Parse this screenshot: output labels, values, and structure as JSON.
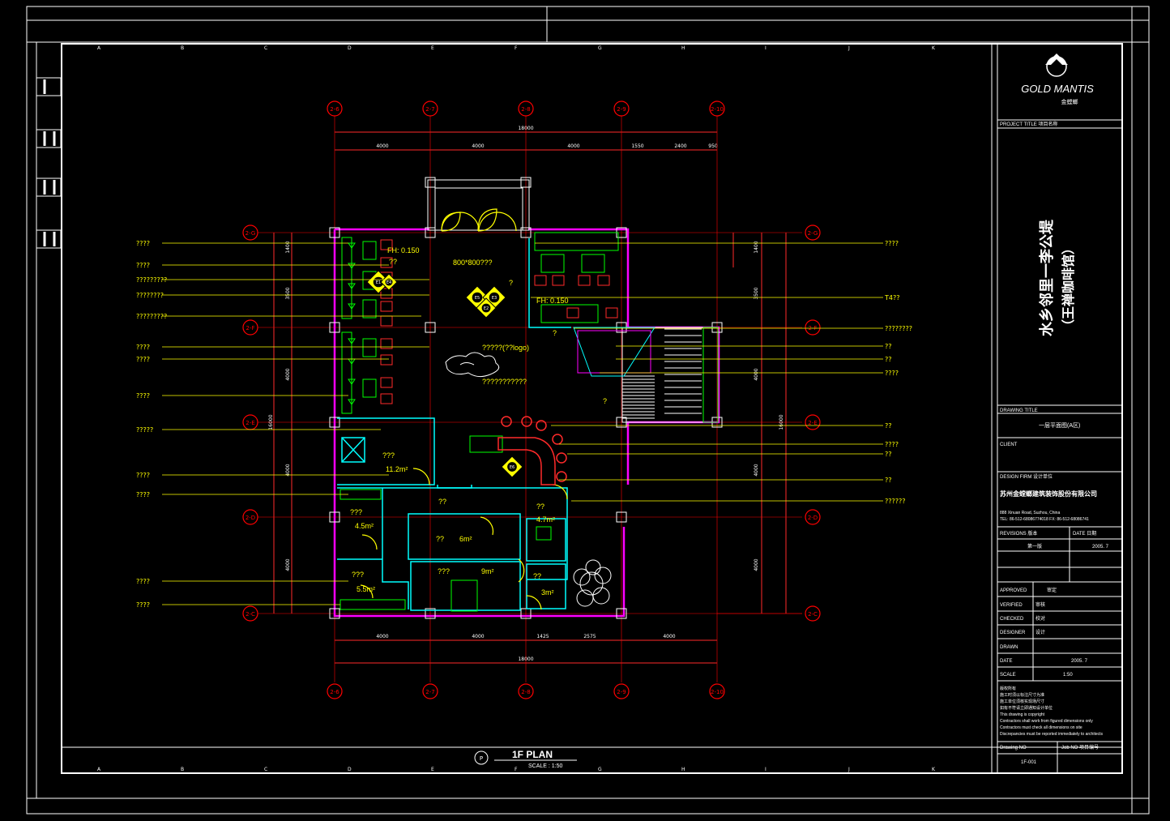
{
  "drawing": {
    "title": "1F PLAN",
    "scale": "SCALE : 1:50",
    "sheet_marker": "P"
  },
  "grid": {
    "top_letters": [
      "A",
      "B",
      "C",
      "D",
      "E",
      "F",
      "G",
      "H",
      "I",
      "J",
      "K"
    ],
    "columns": [
      "2-6",
      "2-7",
      "2-8",
      "2-9",
      "2-10"
    ],
    "rows": [
      "2-G",
      "2-F",
      "2-E",
      "2-D",
      "2-C"
    ]
  },
  "dimensions": {
    "top_total": "18000",
    "top_segments": [
      "4000",
      "4000",
      "4000",
      "1550",
      "2400",
      "950"
    ],
    "bottom_segments": [
      "4000",
      "4000",
      "1425",
      "2575",
      "4000"
    ],
    "bottom_total": "18000",
    "left_segments": [
      "1400",
      "3500",
      "4000",
      "4000",
      "4000"
    ],
    "left_total": "16000",
    "right_segments": [
      "1400",
      "3500",
      "4000",
      "4000",
      "4000"
    ],
    "right_total": "16000"
  },
  "room_labels": {
    "fh1": "FH: 0.150",
    "fh2": "FH: 0.150",
    "size_note": "800*800???",
    "logo_note": "?????(??logo)",
    "logo_note2": "???????????",
    "room_11": "11.2m²",
    "room_11_name": "???",
    "room_45": "4.5m²",
    "room_45_name": "???",
    "room_6": "6m²",
    "room_6_name": "??",
    "room_9": "9m²",
    "room_9_name": "???",
    "room_47": "4.7m²",
    "room_47_name": "??",
    "room_55": "5.5m²",
    "room_55_name": "???",
    "room_3": "3m²",
    "room_3_name": "??",
    "corridor": "??",
    "tag_e": "E4",
    "tag_e2": "E5",
    "tag_e3": "E2",
    "tag_e4": "E3",
    "tag_e5": "E1",
    "tag_e6": "E6"
  },
  "callouts_left": [
    "????",
    "????",
    "?????????",
    "????????",
    "?????????",
    "????",
    "????",
    "????",
    "?????",
    "????",
    "????",
    "????",
    "????"
  ],
  "callouts_right": [
    "????",
    "T4??",
    "????????",
    "??",
    "??",
    "????",
    "??",
    "????",
    "??",
    "??????"
  ],
  "title_block": {
    "brand": "GOLD MANTIS",
    "brand_sub": "金螳螂",
    "project_title_label": "PROJECT TITLE 项目名称",
    "project_name_line1": "水乡邻里一李公堤",
    "project_name_line2": "（王禅咖啡馆）",
    "drawing_title_label": "DRAWING TITLE",
    "drawing_title": "一层平面图(A区)",
    "client_label": "CLIENT",
    "design_firm_label": "DESIGN FIRM 设计单位",
    "design_firm": "苏州金螳螂建筑装饰股份有限公司",
    "address": "888 Xinuan Road, Suzhou, China",
    "phone": "TEL: 86-512-68086774018 FX: 86-512-68086741",
    "revisions_label": "REVISIONS 版本",
    "date_label": "DATE 日期",
    "revision": "第一版",
    "revision_date": "2005. 7",
    "approved_label": "APPROVED",
    "approved": "审定",
    "verified_label": "VERIFIED",
    "verified": "审核",
    "checked_label": "CHECKED",
    "checked": "校对",
    "designer_label": "DESIGNER",
    "designer": "设计",
    "drawn_label": "DRAWN",
    "date2_label": "DATE",
    "date2": "2005. 7",
    "scale_label": "SCALE",
    "scale_val": "1:50",
    "notes": [
      "版权所有",
      "施工时须以标注尺寸为准",
      "施工单位须核实现场尺寸",
      "如有不符请立即通知设计单位",
      "This drawing is copyright",
      "Contractors shall work from figured dimensions only",
      "Contractors must check all dimensions on site",
      "Discrepancies must be reported immediately to architects"
    ],
    "drawing_no_label": "Drawing NO",
    "job_no_label": "Job NO 项目编号",
    "drawing_no": "1F-001"
  },
  "colors": {
    "background": "#000000",
    "frame": "#ffffff",
    "axis": "#ff0000",
    "wall": "#ff00ff",
    "dimension": "#ff2a2a",
    "furniture": "#00ff00",
    "callout": "#ffff00",
    "partition": "#00ffff"
  }
}
